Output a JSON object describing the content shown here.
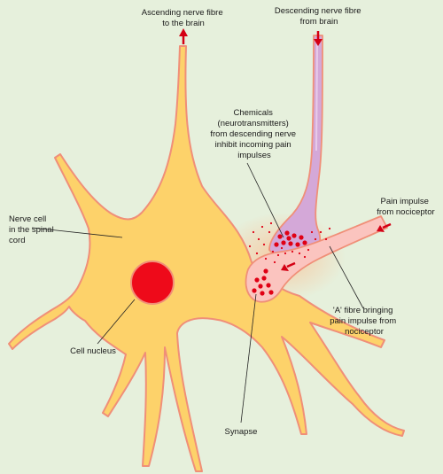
{
  "labels": {
    "ascending_line1": "Ascending nerve fibre",
    "ascending_line2": "to the brain",
    "descending_line1": "Descending nerve fibre",
    "descending_line2": "from brain",
    "chemicals_line1": "Chemicals",
    "chemicals_line2": "(neurotransmitters)",
    "chemicals_line3": "from descending nerve",
    "chemicals_line4": "inhibit incoming pain",
    "chemicals_line5": "impulses",
    "nerve_cell_line1": "Nerve cell",
    "nerve_cell_line2": "in the spinal",
    "nerve_cell_line3": "cord",
    "pain_impulse_line1": "Pain impulse",
    "pain_impulse_line2": "from nociceptor",
    "afibre_line1": "'A' fibre bringing",
    "afibre_line2": "pain impulse from",
    "afibre_line3": "nociceptor",
    "cell_nucleus": "Cell nucleus",
    "synapse": "Synapse"
  },
  "colors": {
    "background": "#e6f0dc",
    "nerve_cell_fill": "#fdd26a",
    "nerve_cell_outline": "#f08f78",
    "nucleus": "#ee0a1a",
    "descending_fibre": "#d4a8d8",
    "a_fibre": "#fbc4bf",
    "neurotransmitter_dots": "#e00014",
    "arrows": "#d40014"
  }
}
